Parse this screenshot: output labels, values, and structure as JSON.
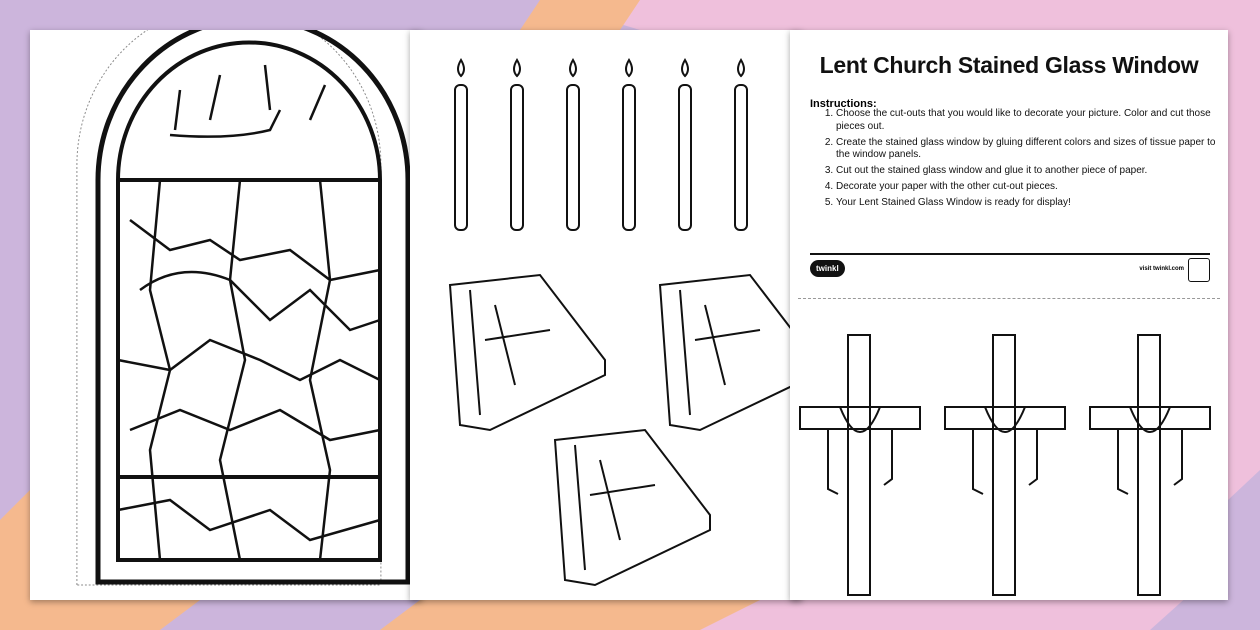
{
  "worksheet": {
    "title": "Lent Church Stained Glass Window",
    "instructions_heading": "Instructions:",
    "instructions": [
      "Choose the cut-outs that you would like to decorate your picture. Color and cut those pieces out.",
      "Create the stained glass window by gluing different colors and sizes of tissue paper to the window panels.",
      "Cut out the stained glass window and glue it to another piece of paper.",
      "Decorate your paper with the other cut-out pieces.",
      "Your Lent Stained Glass Window is ready for display!"
    ],
    "logo": "twinkl",
    "footer_link": "visit twinkl.com"
  },
  "colors": {
    "lavender": "#ccb5dc",
    "pink": "#efc0dc",
    "peach": "#f5b98e"
  }
}
